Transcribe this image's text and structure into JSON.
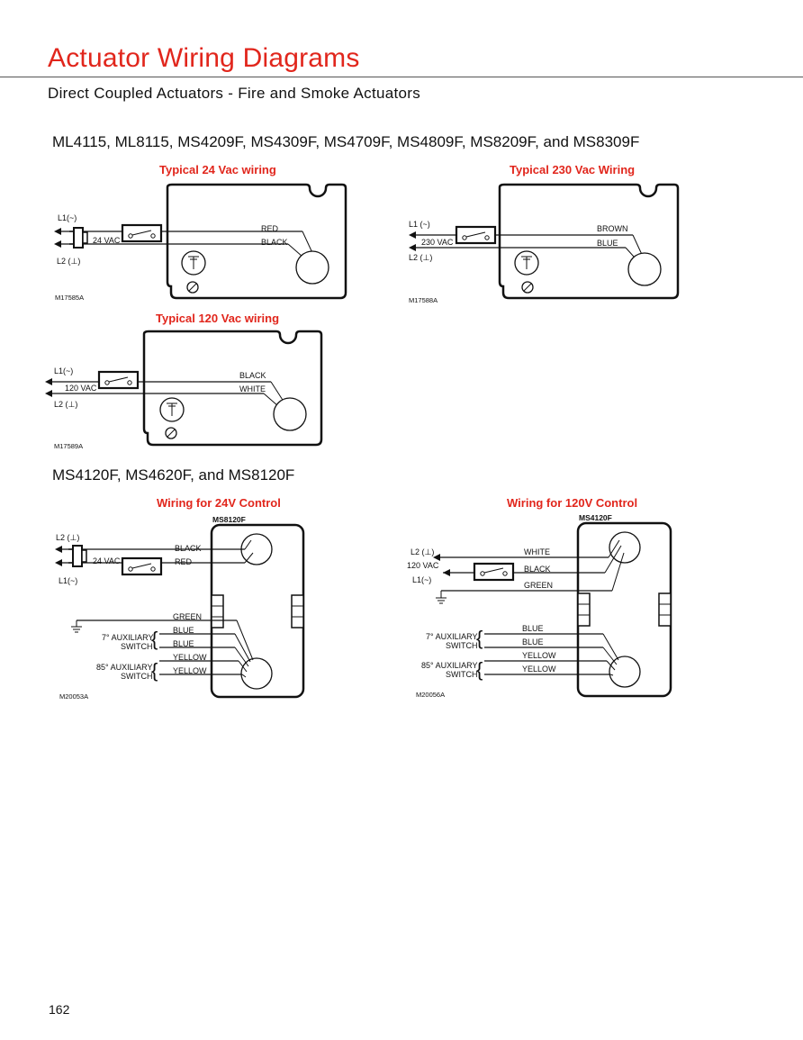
{
  "page": {
    "title": "Actuator Wiring Diagrams",
    "subtitle": "Direct Coupled Actuators - Fire and Smoke Actuators",
    "page_number": "162"
  },
  "colors": {
    "accent": "#e1261c",
    "ink": "#111111"
  },
  "section1": {
    "models": "ML4115, ML8115, MS4209F, MS4309F, MS4709F, MS4809F, MS8209F, and MS8309F",
    "d24": {
      "title": "Typical 24 Vac wiring",
      "l1": "L1(~)",
      "l2": "L2 (⊥)",
      "voltage": "24 VAC",
      "wire1": "RED",
      "wire2": "BLACK",
      "code": "M17585A"
    },
    "d230": {
      "title": "Typical 230 Vac Wiring",
      "l1": "L1 (~)",
      "l2": "L2 (⊥)",
      "voltage": "230 VAC",
      "wire1": "BROWN",
      "wire2": "BLUE",
      "code": "M17588A"
    },
    "d120": {
      "title": "Typical 120 Vac wiring",
      "l1": "L1(~)",
      "l2": "L2 (⊥)",
      "voltage": "120 VAC",
      "wire1": "BLACK",
      "wire2": "WHITE",
      "code": "M17589A"
    }
  },
  "section2": {
    "models": "MS4120F, MS4620F, and MS8120F",
    "d24v": {
      "title": "Wiring for 24V Control",
      "model": "MS8120F",
      "l2": "L2 (⊥)",
      "l1": "L1(~)",
      "voltage": "24 VAC",
      "wires": {
        "black": "BLACK",
        "red": "RED",
        "green": "GREEN",
        "blue1": "BLUE",
        "blue2": "BLUE",
        "yellow1": "YELLOW",
        "yellow2": "YELLOW"
      },
      "aux7a": "7° AUXILIARY",
      "aux7b": "SWITCH",
      "aux85a": "85° AUXILIARY",
      "aux85b": "SWITCH",
      "code": "M20053A"
    },
    "d120v": {
      "title": "Wiring for 120V Control",
      "model": "MS4120F",
      "l2": "L2 (⊥)",
      "voltage": "120 VAC",
      "l1": "L1(~)",
      "wires": {
        "white": "WHITE",
        "black": "BLACK",
        "green": "GREEN",
        "blue1": "BLUE",
        "blue2": "BLUE",
        "yellow1": "YELLOW",
        "yellow2": "YELLOW"
      },
      "aux7a": "7° AUXILIARY",
      "aux7b": "SWITCH",
      "aux85a": "85° AUXILIARY",
      "aux85b": "SWITCH",
      "code": "M20056A"
    }
  }
}
